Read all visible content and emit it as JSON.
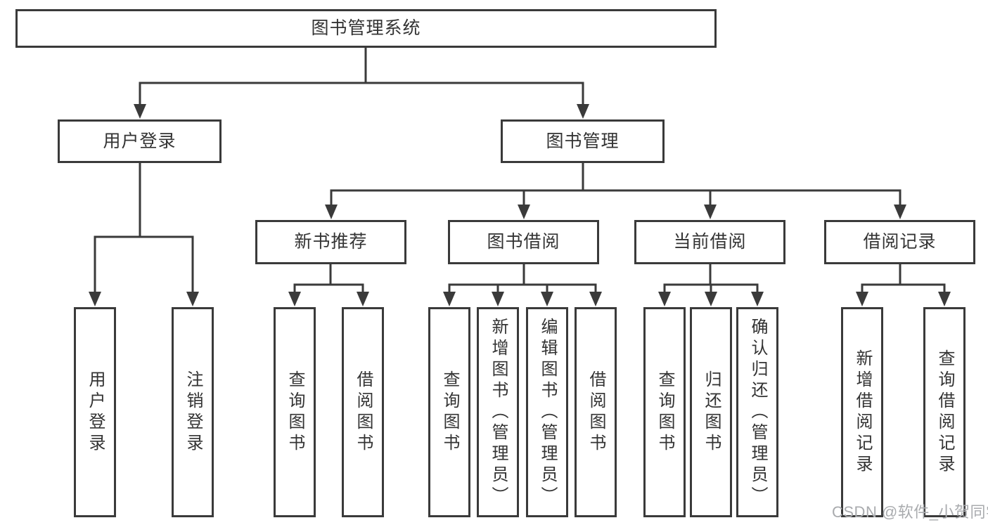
{
  "tree": {
    "root": {
      "label": "图书管理系统"
    },
    "login": {
      "label": "用户登录",
      "children": [
        {
          "label": "用户登录"
        },
        {
          "label": "注销登录"
        }
      ]
    },
    "mgmt": {
      "label": "图书管理",
      "groups": [
        {
          "label": "新书推荐",
          "children": [
            {
              "label": "查询图书"
            },
            {
              "label": "借阅图书"
            }
          ]
        },
        {
          "label": "图书借阅",
          "children": [
            {
              "label": "查询图书"
            },
            {
              "label": "新增图书（管理员）"
            },
            {
              "label": "编辑图书（管理员）"
            },
            {
              "label": "借阅图书"
            }
          ]
        },
        {
          "label": "当前借阅",
          "children": [
            {
              "label": "查询图书"
            },
            {
              "label": "归还图书"
            },
            {
              "label": "确认归还（管理员）"
            }
          ]
        },
        {
          "label": "借阅记录",
          "children": [
            {
              "label": "新增借阅记录"
            },
            {
              "label": "查询借阅记录"
            }
          ]
        }
      ]
    }
  },
  "watermark": "CSDN @软件_小贺同学",
  "colors": {
    "line": "#3a3a3a",
    "text": "#333333",
    "box_background": "#ffffff",
    "watermark": "#a9abae",
    "background": "#ffffff"
  }
}
